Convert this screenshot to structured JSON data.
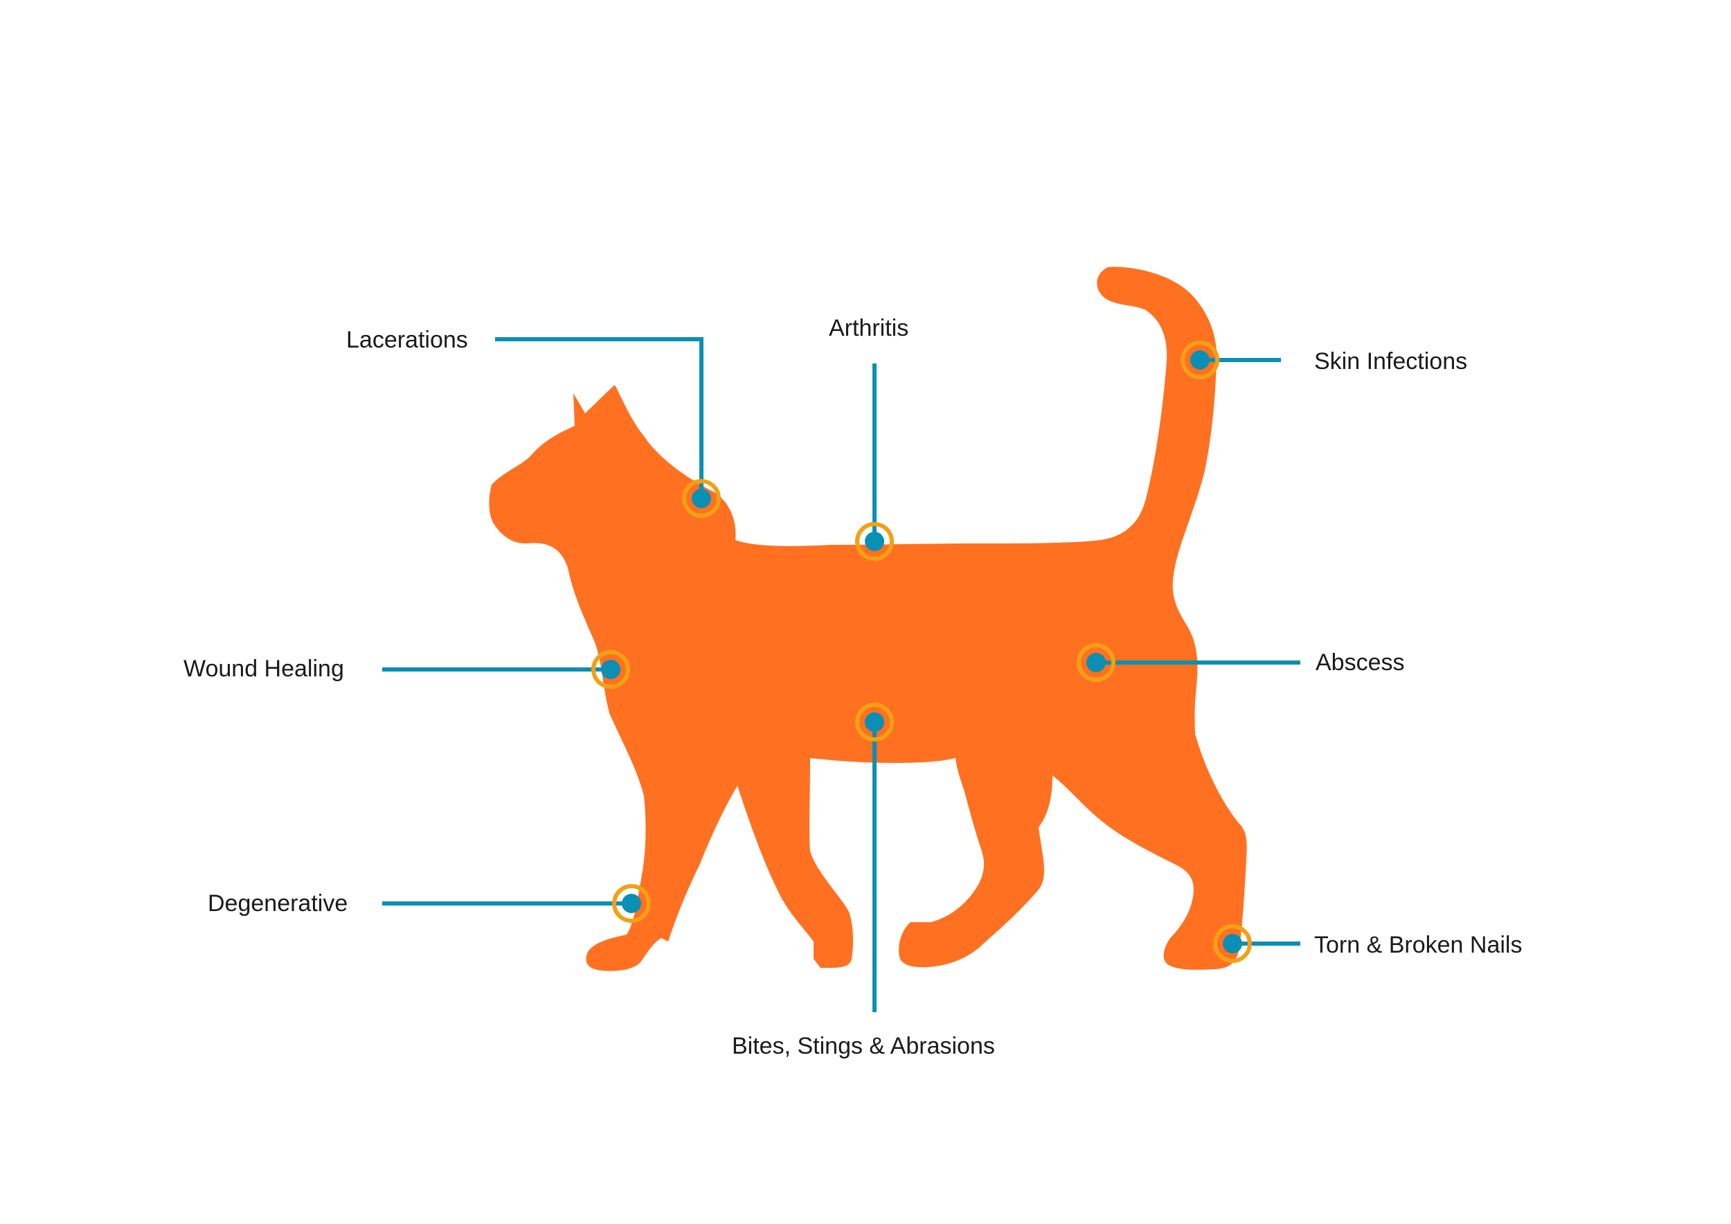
{
  "colors": {
    "cat": "#FF7120",
    "leader_line": "#0A8FB5",
    "marker_ring": "#F2A014",
    "marker_dot": "#0A8FB5",
    "label_text": "#1a1a1a"
  },
  "subject": "cat-silhouette",
  "labels": {
    "lacerations": "Lacerations",
    "arthritis": "Arthritis",
    "skin_infections": "Skin Infections",
    "wound_healing": "Wound Healing",
    "abscess": "Abscess",
    "degenerative": "Degenerative",
    "torn_broken_nails": "Torn & Broken Nails",
    "bites_stings_abrasions": "Bites, Stings & Abrasions"
  }
}
